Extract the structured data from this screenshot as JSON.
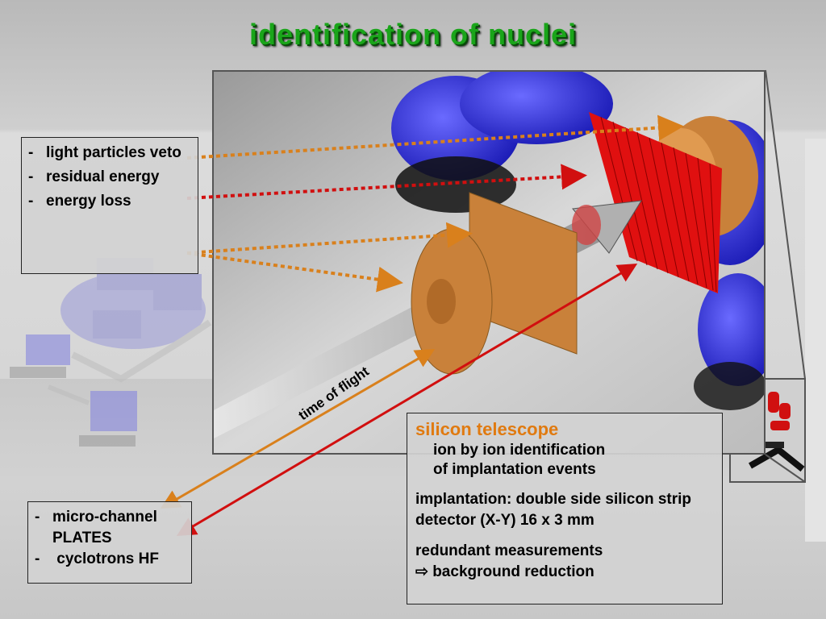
{
  "title": "identification of nuclei",
  "left_top_box": {
    "items": [
      {
        "dash": "-",
        "text": "light particles veto"
      },
      {
        "dash": "-",
        "text": "residual energy"
      },
      {
        "dash": "-",
        "text": "energy loss"
      }
    ]
  },
  "left_bottom_box": {
    "items": [
      {
        "dash": "-",
        "text": "micro-channel PLATES"
      },
      {
        "dash": "-",
        "text": " cyclotrons HF"
      }
    ]
  },
  "right_box": {
    "title": "silicon telescope",
    "subtitle_line1": "ion by ion identification",
    "subtitle_line2": "of implantation events",
    "implantation": "implantation: double side silicon strip detector (X-Y) 16 x 3 mm",
    "redundant": "redundant measurements",
    "background_reduction": "background reduction",
    "arrow_glyph": "⇨"
  },
  "tof_label": "time of flight",
  "colors": {
    "title_green": "#1aa51a",
    "accent_orange": "#e07a10",
    "arrow_orange": "#d9801c",
    "arrow_red": "#d10f0f",
    "detector_red": "#e01010",
    "magnet_blue": "#2a2ae0",
    "copper": "#c9813a"
  }
}
